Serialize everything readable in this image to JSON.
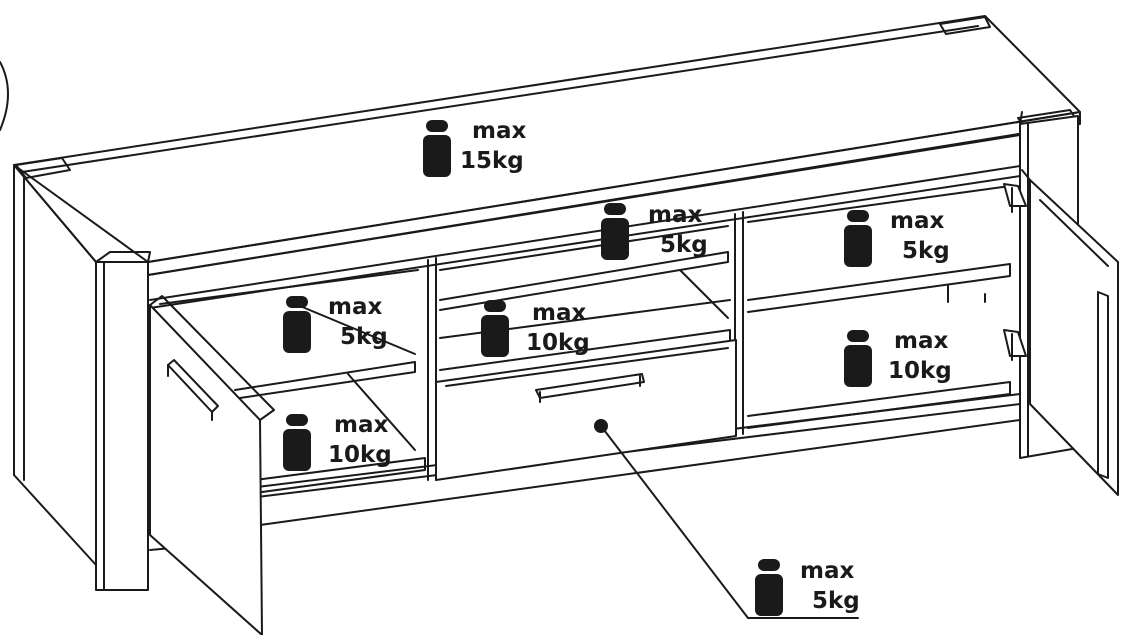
{
  "weight_limits": {
    "top": {
      "line1": "max",
      "line2": "15kg"
    },
    "left_upper_shelf": {
      "line1": "max",
      "line2": "5kg"
    },
    "left_lower_shelf": {
      "line1": "max",
      "line2": "10kg"
    },
    "center_upper_shelf": {
      "line1": "max",
      "line2": "5kg"
    },
    "center_middle_shelf": {
      "line1": "max",
      "line2": "10kg"
    },
    "right_upper_shelf": {
      "line1": "max",
      "line2": "5kg"
    },
    "right_lower_shelf": {
      "line1": "max",
      "line2": "10kg"
    },
    "drawer": {
      "line1": "max",
      "line2": "5kg"
    }
  },
  "colors": {
    "line": "#1a1a1a",
    "fill": "#ffffff",
    "weight_icon": "#1a1a1a"
  },
  "icons": [
    "weight-icon"
  ]
}
